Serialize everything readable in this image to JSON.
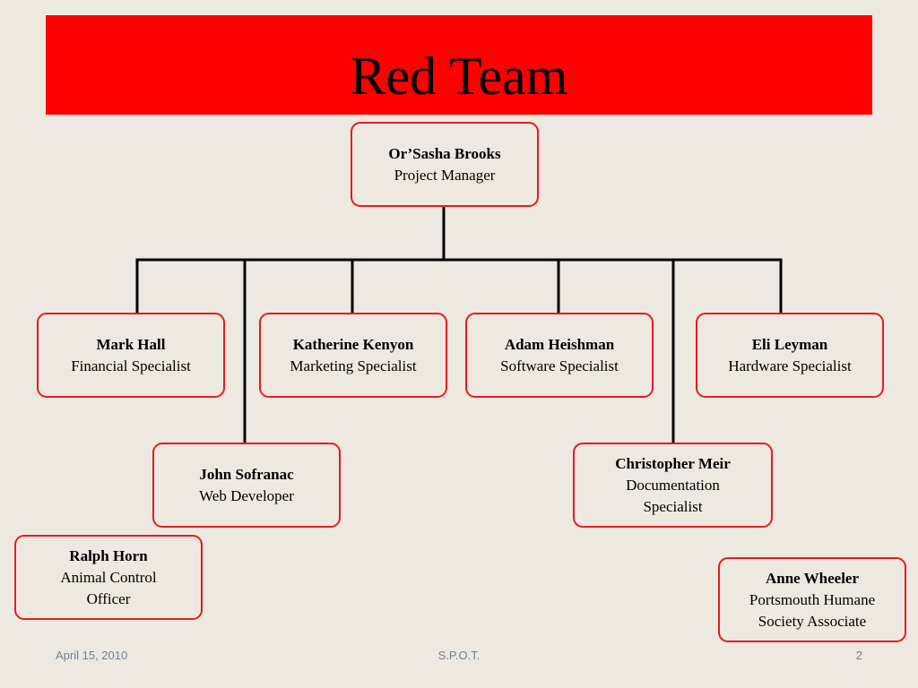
{
  "title": "Red Team",
  "colors": {
    "title_bar": "#fe0000",
    "node_border": "#e51b23",
    "background": "#ede9e0",
    "footer_text": "#6f8196"
  },
  "nodes": {
    "manager": {
      "name": "Or’Sasha Brooks",
      "role": "Project Manager"
    },
    "mark": {
      "name": "Mark Hall",
      "role": "Financial Specialist"
    },
    "katherine": {
      "name": "Katherine Kenyon",
      "role": "Marketing Specialist"
    },
    "adam": {
      "name": "Adam Heishman",
      "role": "Software Specialist"
    },
    "eli": {
      "name": "Eli Leyman",
      "role": "Hardware Specialist"
    },
    "john": {
      "name": "John Sofranac",
      "role": "Web Developer"
    },
    "christopher": {
      "name": "Christopher Meir",
      "role": "Documentation Specialist"
    },
    "ralph": {
      "name": "Ralph Horn",
      "role": "Animal Control Officer"
    },
    "anne": {
      "name": "Anne Wheeler",
      "role": "Portsmouth Humane Society Associate"
    }
  },
  "footer": {
    "date": "April 15, 2010",
    "center": "S.P.O.T.",
    "page": "2"
  }
}
